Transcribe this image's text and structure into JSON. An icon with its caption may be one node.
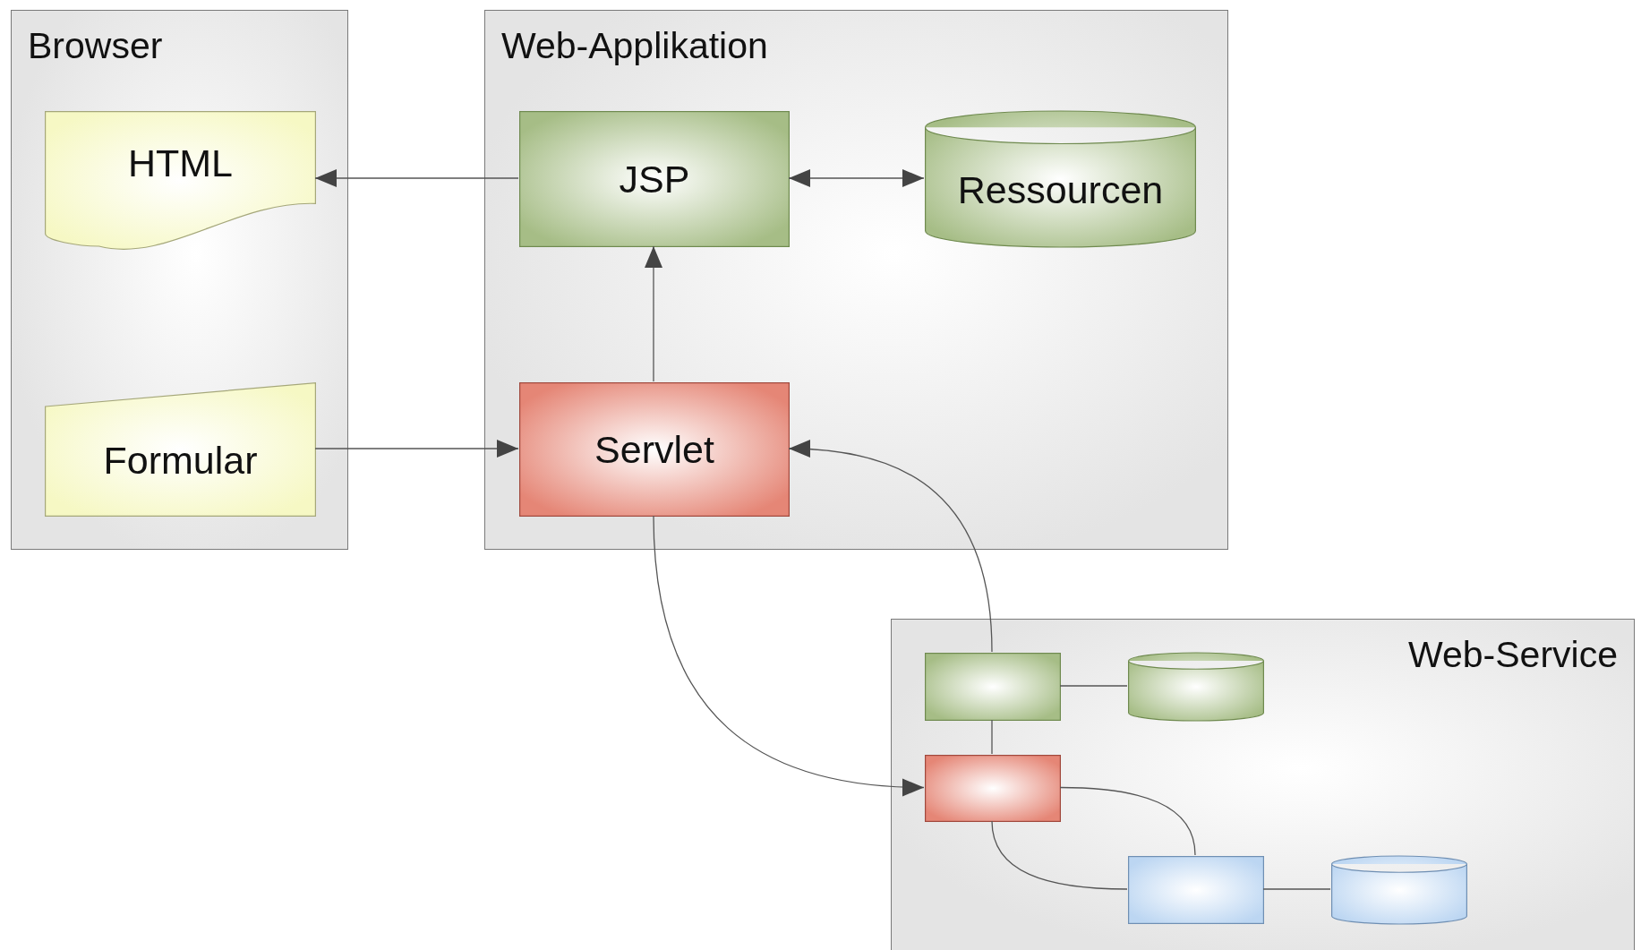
{
  "diagram": {
    "nodes": [
      {
        "text": [
          "Browser"
        ]
      },
      {
        "text": [
          "HTML"
        ],
        "in": 0
      },
      {
        "text": [
          "Formular"
        ],
        "in": 0
      },
      {
        "text": [
          "Web-Applikation"
        ]
      },
      {
        "text": [
          "JSP"
        ],
        "in": 3
      },
      {
        "text": [
          "Ressourcen"
        ],
        "in": 3
      },
      {
        "text": [
          "Servlet"
        ],
        "in": 3
      },
      {
        "text": [
          "Web-Service"
        ]
      },
      {
        "text": [],
        "shape": "box",
        "in": 7
      },
      {
        "text": [],
        "shape": "cylinder",
        "in": 7
      },
      {
        "text": [],
        "shape": "box",
        "in": 7
      },
      {
        "text": [],
        "shape": "box",
        "in": 7
      },
      {
        "text": [],
        "shape": "cylinder",
        "in": 7
      }
    ],
    "edges": [
      {
        "from": 4,
        "to": 1,
        "arrow": "to"
      },
      {
        "from": 4,
        "to": 5,
        "arrow": "both"
      },
      {
        "from": 6,
        "to": 4,
        "arrow": "to"
      },
      {
        "from": 2,
        "to": 6,
        "arrow": "to"
      },
      {
        "from": 8,
        "to": 6,
        "arrow": "to"
      },
      {
        "from": 6,
        "to": 10,
        "arrow": "to"
      },
      {
        "from": 8,
        "to": 9,
        "arrow": "none"
      },
      {
        "from": 8,
        "to": 10,
        "arrow": "none"
      },
      {
        "from": 10,
        "to": 11,
        "arrow": "none"
      },
      {
        "from": 10,
        "to": 11,
        "arrow": "none"
      },
      {
        "from": 11,
        "to": 12,
        "arrow": "none"
      }
    ]
  }
}
